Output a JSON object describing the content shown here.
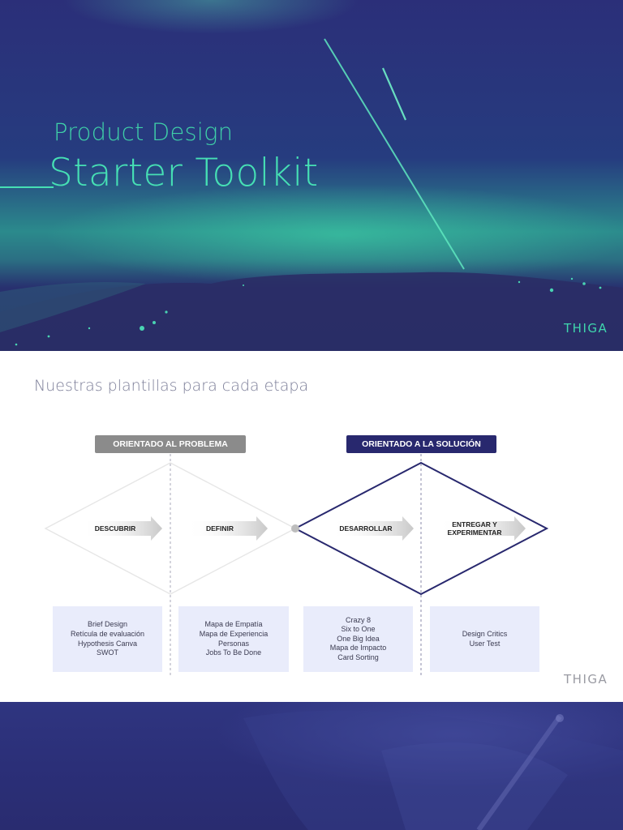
{
  "cover": {
    "subtitle": "Product Design",
    "title": "Starter Toolkit",
    "logo": "THIGA"
  },
  "templates_slide": {
    "title": "Nuestras plantillas para cada etapa",
    "phase_problem": "ORIENTADO AL PROBLEMA",
    "phase_solution": "ORIENTADO A LA SOLUCIÓN",
    "stages": {
      "discover": "DESCUBRIR",
      "define": "DEFINIR",
      "develop": "DESARROLLAR",
      "deliver_line1": "ENTREGAR Y",
      "deliver_line2": "EXPERIMENTAR"
    },
    "boxes": {
      "discover": [
        "Brief Design",
        "Retícula de evaluación",
        "Hypothesis Canva",
        "SWOT"
      ],
      "define": [
        "Mapa de Empatía",
        "Mapa de Experiencia",
        "Personas",
        "Jobs To Be Done"
      ],
      "develop": [
        "Crazy 8",
        "Six to One",
        "One Big Idea",
        "Mapa de Impacto",
        "Card Sorting"
      ],
      "deliver": [
        "Design Critics",
        "User Test"
      ]
    },
    "logo": "THIGA"
  },
  "colors": {
    "accent_teal": "#46e0b4",
    "navy": "#28286e",
    "gray_pill": "#8b8b8b",
    "box_bg": "#e9ecfb"
  }
}
